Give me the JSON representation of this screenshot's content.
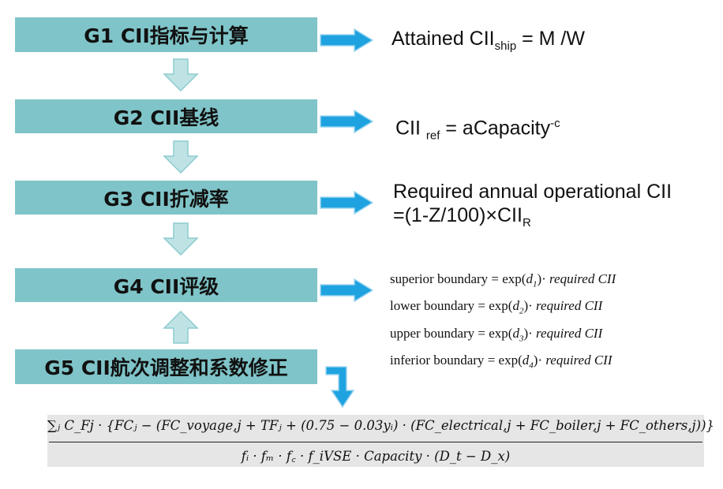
{
  "steps": [
    {
      "label": "G1  CII指标与计算"
    },
    {
      "label": "G2  CII基线"
    },
    {
      "label": "G3  CII折减率"
    },
    {
      "label": "G4  CII评级"
    },
    {
      "label": "G5  CII航次调整和系数修正"
    }
  ],
  "equations": {
    "attained": {
      "lead": "Attained CII",
      "sub": "ship",
      "rest": " = M /W"
    },
    "reference": {
      "lead": "CII ",
      "sub": "ref",
      "mid": " = aCapacity",
      "sup": "-c"
    },
    "required": {
      "line1": "Required annual operational CII",
      "line2": "=(1-Z/100)×CII",
      "sub": "R"
    },
    "boundaries": [
      {
        "name": "superior boundary",
        "expr": " = exp(",
        "d": "d",
        "idx": "1",
        "tail": ")·",
        "term": "required CII"
      },
      {
        "name": "lower boundary",
        "expr": " = exp(",
        "d": "d",
        "idx": "2",
        "tail": ")·",
        "term": "required CII"
      },
      {
        "name": "upper boundary",
        "expr": " = exp(",
        "d": "d",
        "idx": "3",
        "tail": ")·",
        "term": "required CII"
      },
      {
        "name": "inferior boundary",
        "expr": " = exp(",
        "d": "d",
        "idx": "4",
        "tail": ")·",
        "term": "required CII"
      }
    ],
    "correction": {
      "numerator": "∑ⱼ C_Fj · {FCⱼ − (FC_voyage,j + TFⱼ + (0.75 − 0.03yᵢ) · (FC_electrical,j + FC_boiler,j + FC_others,j))}",
      "denominator": "fᵢ · fₘ · f꜀ · f_iVSE · Capacity · (D_t − D_x)"
    }
  },
  "colors": {
    "box": "#7fc4c8",
    "arrow_blue": "#1fa3e0",
    "arrow_light": "#bfe3e5",
    "formula_bg": "#e6e6e6"
  }
}
